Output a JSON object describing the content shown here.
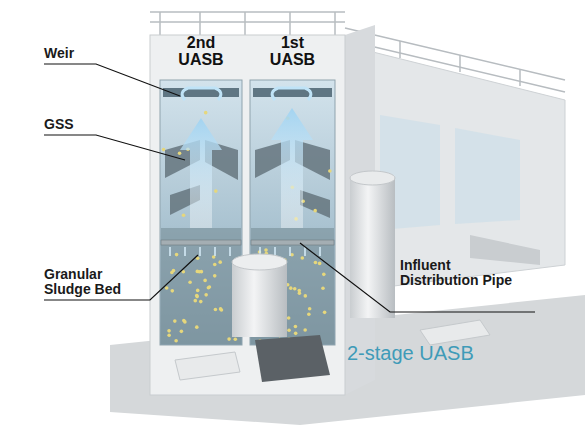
{
  "diagram": {
    "caption": "2-stage UASB",
    "nodes": [
      {
        "text": [
          "2nd UASB"
        ]
      },
      {
        "text": [
          "1st UASB"
        ]
      }
    ],
    "labels": [
      "Weir",
      "GSS",
      "Granular Sludge Bed",
      "Influent Distribution Pipe"
    ]
  }
}
